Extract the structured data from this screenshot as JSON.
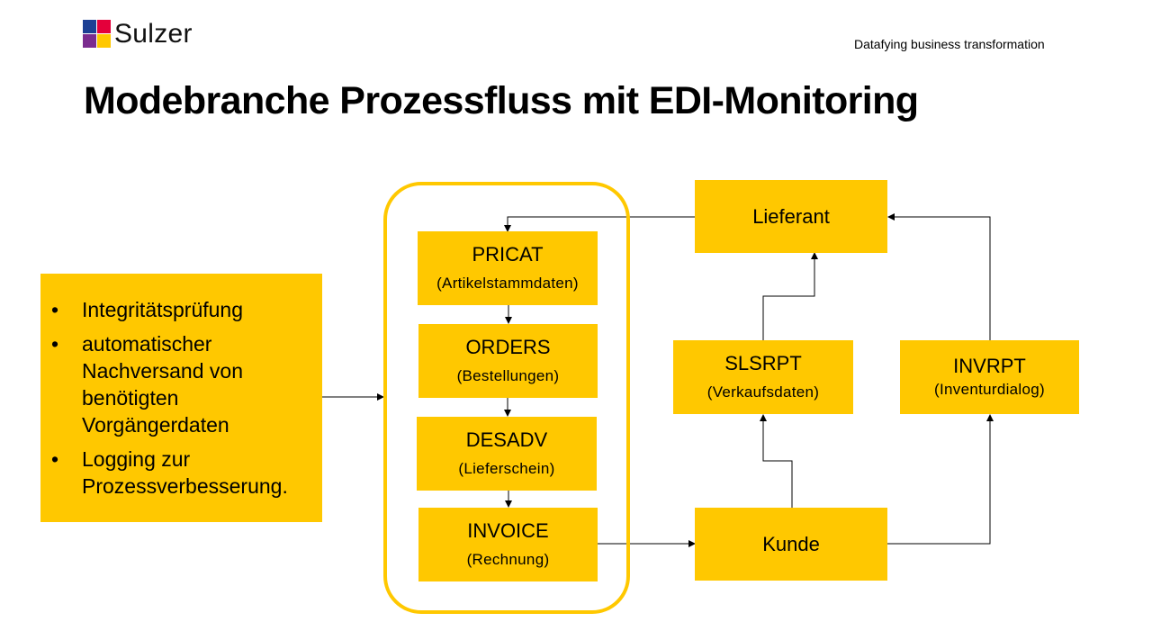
{
  "header": {
    "logo_text": "Sulzer",
    "logo_colors": [
      "#1C3F94",
      "#E4003B",
      "#7B2C8F",
      "#FFC800"
    ],
    "tagline": "Datafying business transformation",
    "title": "Modebranche Prozessfluss mit EDI-Monitoring"
  },
  "accent_color": "#FFC800",
  "notes": {
    "items": [
      "Integritätsprüfung",
      "automatischer Nachversand von benötigten Vorgängerdaten",
      "Logging zur Prozessverbesserung."
    ]
  },
  "edi_group": {
    "messages": [
      {
        "code": "PRICAT",
        "desc": "(Artikelstammdaten)"
      },
      {
        "code": "ORDERS",
        "desc": "(Bestellungen)"
      },
      {
        "code": "DESADV",
        "desc": "(Lieferschein)"
      },
      {
        "code": "INVOICE",
        "desc": "(Rechnung)"
      }
    ]
  },
  "parties": {
    "lieferant": "Lieferant",
    "kunde": "Kunde"
  },
  "reports": {
    "slsrpt": {
      "code": "SLSRPT",
      "desc": "(Verkaufsdaten)"
    },
    "invrpt": {
      "code": "INVRPT",
      "desc": "(Inventurdialog)"
    }
  }
}
